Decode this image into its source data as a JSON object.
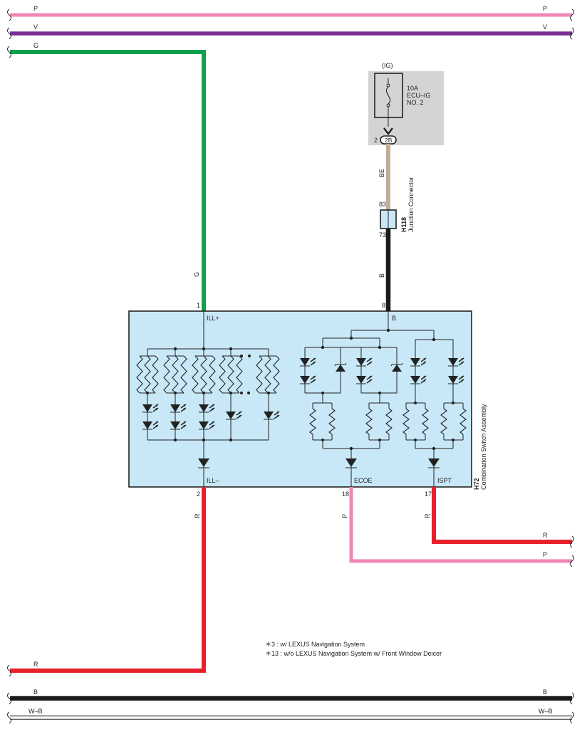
{
  "colors": {
    "P": "#ef86b8",
    "V": "#7a2e93",
    "G": "#10a14e",
    "BE": "#c2ad9a",
    "B": "#1b1b1b",
    "R": "#e8202a",
    "W-B": "#ffffff",
    "fuse_box_bg": "#d3d4d6",
    "assembly_bg": "#c8e8f7"
  },
  "buses": {
    "top_p": {
      "left": "P",
      "right": "P"
    },
    "top_v": {
      "left": "V",
      "right": "V"
    },
    "top_g": {
      "left": "G"
    },
    "bottom_r": {
      "left": "R"
    },
    "bottom_b": {
      "left": "B",
      "right": "B"
    },
    "bottom_wb": {
      "left": "W–B",
      "right": "W–B"
    }
  },
  "fuse": {
    "source": "(IG)",
    "rating": "10A",
    "name1": "ECU–IG",
    "name2": "NO. 2",
    "pin": "2",
    "connector": "2B"
  },
  "junction": {
    "id": "H118",
    "name": "Junction Connector",
    "pin_in": "83",
    "pin_out": "73"
  },
  "wires": {
    "be": "BE",
    "b": "B",
    "g": "G",
    "r_left": "R",
    "p": "P",
    "r_mid": "R",
    "right_r": "R",
    "right_p": "P"
  },
  "assembly": {
    "id": "H72",
    "name": "Combination Switch Assembly",
    "pins": {
      "ill_plus": {
        "num": "1",
        "name": "ILL+"
      },
      "b": {
        "num": "8",
        "name": "B"
      },
      "ill_minus": {
        "num": "2",
        "name": "ILL–"
      },
      "ecoe": {
        "num": "18",
        "name": "ECOE"
      },
      "ispt": {
        "num": "17",
        "name": "ISPT"
      }
    }
  },
  "notes": [
    "＊3 : w/ LEXUS Navigation System",
    "＊13 : w/o LEXUS Navigation System w/ Front Window Deicer"
  ]
}
